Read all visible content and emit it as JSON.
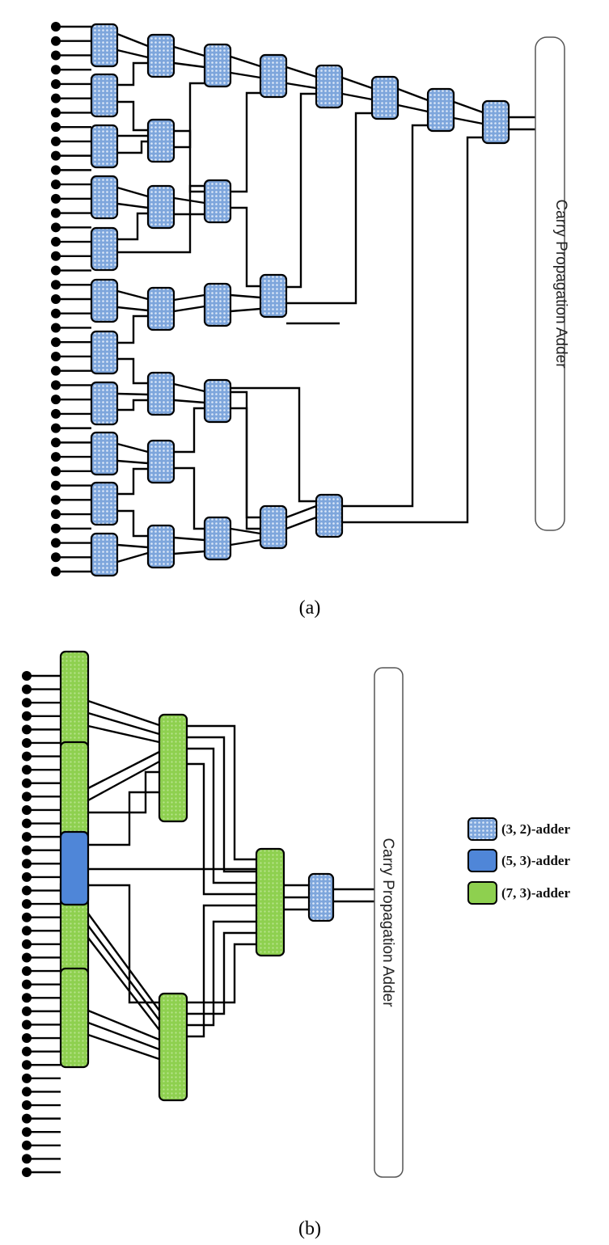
{
  "figure": {
    "caption_a": "(a)",
    "caption_b": "(b)",
    "cpa_label_a": "Carry Propagation Adder",
    "cpa_label_b": "Carry Propagation Adder"
  },
  "legend": {
    "items": [
      {
        "label": "(3, 2)-adder",
        "kind": "adder32",
        "color": "#7ea6dc"
      },
      {
        "label": "(5, 3)-adder",
        "kind": "adder53",
        "color": "#4f86d8"
      },
      {
        "label": "(7, 3)-adder",
        "kind": "adder73",
        "color": "#8ed04f"
      }
    ]
  },
  "diagram_a": {
    "input_count": 39,
    "adder_type": "(3, 2)-adder"
  },
  "diagram_b": {
    "input_count": 38,
    "adder_types": [
      "(7, 3)-adder",
      "(5, 3)-adder",
      "(3, 2)-adder"
    ]
  }
}
